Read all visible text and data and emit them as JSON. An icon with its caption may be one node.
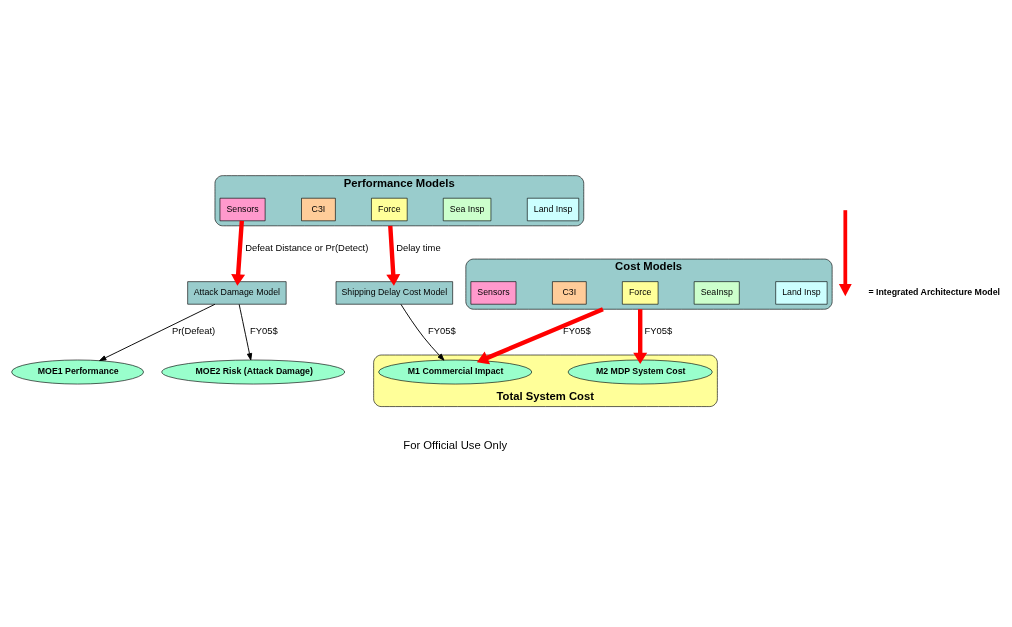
{
  "diagram": {
    "nodes": [
      {
        "text": [
          "Performance Models"
        ]
      },
      {
        "text": [
          "Sensors"
        ],
        "in": 0
      },
      {
        "text": [
          "C3I"
        ],
        "in": 0
      },
      {
        "text": [
          "Force"
        ],
        "in": 0
      },
      {
        "text": [
          "Sea Insp"
        ],
        "in": 0
      },
      {
        "text": [
          "Land Insp"
        ],
        "in": 0
      },
      {
        "text": [
          "Cost Models"
        ]
      },
      {
        "text": [
          "Sensors"
        ],
        "in": 6
      },
      {
        "text": [
          "C3I"
        ],
        "in": 6
      },
      {
        "text": [
          "Force"
        ],
        "in": 6
      },
      {
        "text": [
          "SeaInsp"
        ],
        "in": 6
      },
      {
        "text": [
          "Land Insp"
        ],
        "in": 6
      },
      {
        "text": [
          "Attack Damage Model"
        ]
      },
      {
        "text": [
          "Shipping Delay Cost Model"
        ]
      },
      {
        "text": [
          "MOE1 Performance"
        ]
      },
      {
        "text": [
          "MOE2 Risk (Attack Damage)"
        ]
      },
      {
        "text": [
          "Total System Cost"
        ]
      },
      {
        "text": [
          "M1 Commercial Impact"
        ],
        "in": 16
      },
      {
        "text": [
          "M2 MDP System Cost"
        ],
        "in": 16
      }
    ],
    "edges": [
      {
        "from": 1,
        "to": 12,
        "arrow": "to",
        "label": "Defeat Distance or Pr(Detect)"
      },
      {
        "from": 0,
        "to": 13,
        "arrow": "to",
        "label": "Delay time"
      },
      {
        "from": 12,
        "to": 14,
        "arrow": "to",
        "label": "Pr(Defeat)",
        "color": "#000000"
      },
      {
        "from": 12,
        "to": 15,
        "arrow": "to",
        "label": "FY05$",
        "color": "#000000"
      },
      {
        "from": 13,
        "to": 17,
        "arrow": "to",
        "label": "FY05$",
        "color": "#000000"
      },
      {
        "from": 6,
        "to": 17,
        "arrow": "to",
        "label": "FY05$"
      },
      {
        "from": 6,
        "to": 18,
        "arrow": "to",
        "label": "FY05$"
      }
    ],
    "labels": [
      "For Official Use Only"
    ],
    "legend": [
      {
        "text": "= Integrated Architecture Model"
      }
    ]
  }
}
